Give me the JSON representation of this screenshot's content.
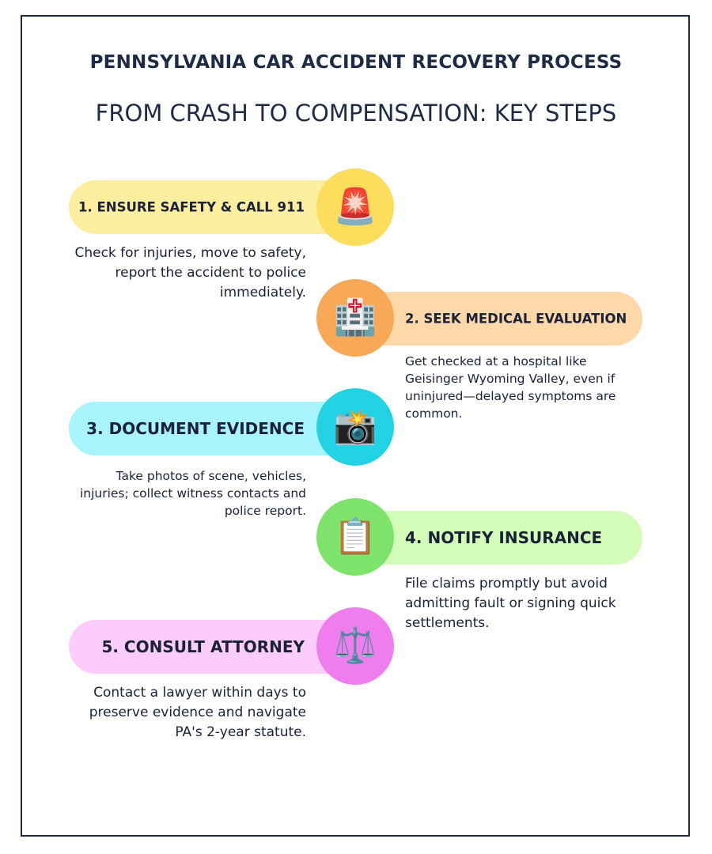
{
  "header": {
    "title": "PENNSYLVANIA CAR ACCIDENT RECOVERY PROCESS",
    "subtitle": "FROM CRASH TO COMPENSATION: KEY STEPS"
  },
  "steps": [
    {
      "label": "1. ENSURE SAFETY & CALL 911",
      "description": "Check for injuries, move to safety, report the accident to police immediately.",
      "icon": "🚨",
      "icon_name": "police-siren-icon",
      "bar_color": "#fdeea0",
      "circle_color": "#fddd5c"
    },
    {
      "label": "2. SEEK MEDICAL EVALUATION",
      "description": "Get checked at a hospital like Geisinger Wyoming Valley, even if uninjured—delayed symptoms are common.",
      "icon": "🏥",
      "icon_name": "hospital-icon",
      "bar_color": "#fed8a8",
      "circle_color": "#f9a855"
    },
    {
      "label": "3. DOCUMENT EVIDENCE",
      "description": "Take photos of scene, vehicles, injuries; collect witness contacts and police report.",
      "icon": "📸",
      "icon_name": "camera-flash-icon",
      "bar_color": "#a8f4fd",
      "circle_color": "#22d3e6"
    },
    {
      "label": "4. NOTIFY INSURANCE",
      "description": "File claims promptly but avoid admitting fault or signing quick settlements.",
      "icon": "📋",
      "icon_name": "clipboard-icon",
      "bar_color": "#d2fcb8",
      "circle_color": "#7ee36a"
    },
    {
      "label": "5. CONSULT ATTORNEY",
      "description": "Contact a lawyer within days to preserve evidence and navigate PA's 2-year statute.",
      "icon": "⚖️",
      "icon_name": "scales-of-justice-icon",
      "bar_color": "#fccdfb",
      "circle_color": "#f07ded"
    }
  ]
}
